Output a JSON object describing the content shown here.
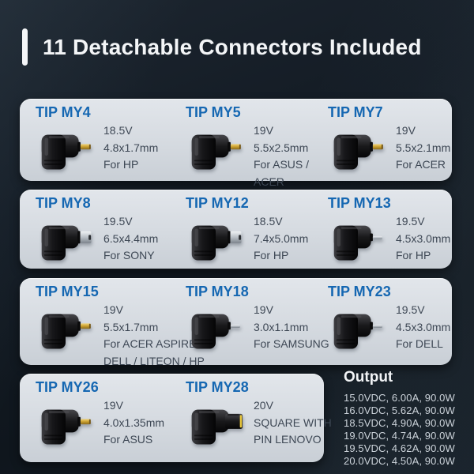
{
  "title": "11 Detachable Connectors Included",
  "panels": [
    {
      "tiles": [
        {
          "name": "TIP MY4",
          "tip_type": "gold-pin",
          "lines": [
            "18.5V",
            "4.8x1.7mm",
            "For HP"
          ]
        },
        {
          "name": "TIP MY5",
          "tip_type": "gold-pin",
          "lines": [
            "19V",
            "5.5x2.5mm",
            "For ASUS /",
            "ACER"
          ]
        },
        {
          "name": "TIP MY7",
          "tip_type": "gold-pin",
          "lines": [
            "19V",
            "5.5x2.1mm",
            "For ACER"
          ]
        }
      ]
    },
    {
      "tiles": [
        {
          "name": "TIP MY8",
          "tip_type": "silver-barrel",
          "lines": [
            "19.5V",
            "6.5x4.4mm",
            "For SONY"
          ]
        },
        {
          "name": "TIP MY12",
          "tip_type": "silver-barrel",
          "lines": [
            "18.5V",
            "7.4x5.0mm",
            "For HP"
          ]
        },
        {
          "name": "TIP MY13",
          "tip_type": "silver-pin",
          "lines": [
            "19.5V",
            "4.5x3.0mm",
            "For HP"
          ]
        }
      ]
    },
    {
      "tiles": [
        {
          "name": "TIP MY15",
          "tip_type": "gold-pin",
          "lines": [
            "19V",
            "5.5x1.7mm",
            "For ACER ASPIRE /",
            "DELL / LITEON / HP"
          ]
        },
        {
          "name": "TIP MY18",
          "tip_type": "silver-pin",
          "lines": [
            "19V",
            "3.0x1.1mm",
            "For SAMSUNG"
          ]
        },
        {
          "name": "TIP MY23",
          "tip_type": "silver-pin",
          "lines": [
            "19.5V",
            "4.5x3.0mm",
            "For DELL"
          ]
        }
      ]
    },
    {
      "tiles": [
        {
          "name": "TIP MY26",
          "tip_type": "gold-pin",
          "lines": [
            "19V",
            "4.0x1.35mm",
            "For ASUS"
          ]
        },
        {
          "name": "TIP MY28",
          "tip_type": "square",
          "lines": [
            "20V",
            "SQUARE WITH",
            "PIN LENOVO"
          ]
        }
      ]
    }
  ],
  "output": {
    "title": "Output",
    "lines": [
      "15.0VDC, 6.00A, 90.0W",
      "16.0VDC, 5.62A, 90.0W",
      "18.5VDC, 4.90A, 90.0W",
      "19.0VDC, 4.74A, 90.0W",
      "19.5VDC, 4.62A, 90.0W",
      "20.0VDC, 4.50A, 90.0W"
    ]
  },
  "colors": {
    "accent_blue": "#1567b2",
    "background": "#121a23",
    "panel_light": "#d9dee4",
    "tip_gold": "#d9ab3a",
    "tip_silver": "#c6cbd0",
    "lenovo_yellow": "#e9c83d"
  }
}
